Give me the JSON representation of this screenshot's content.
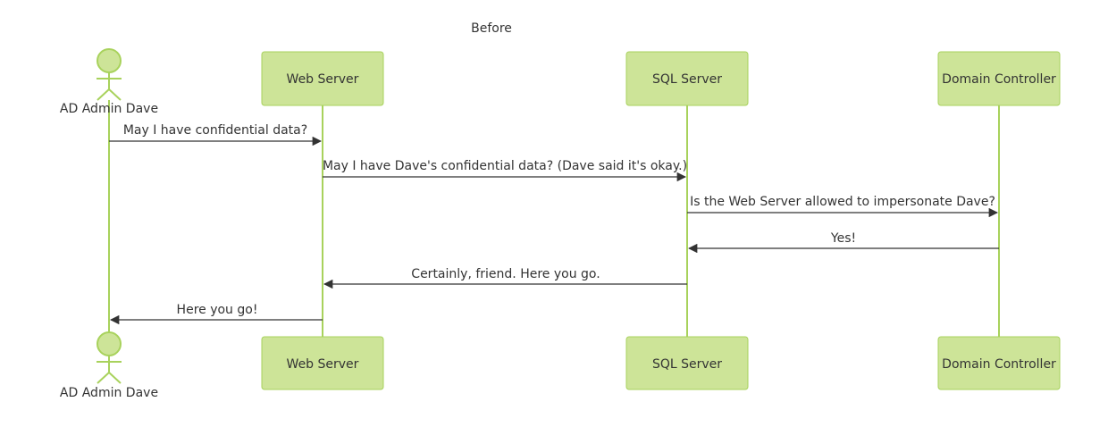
{
  "title": "Before",
  "participants": [
    {
      "id": "dave",
      "label": "AD Admin Dave",
      "kind": "actor"
    },
    {
      "id": "web",
      "label": "Web Server",
      "kind": "box"
    },
    {
      "id": "sql",
      "label": "SQL Server",
      "kind": "box"
    },
    {
      "id": "dc",
      "label": "Domain Controller",
      "kind": "box"
    }
  ],
  "messages": [
    {
      "from": "dave",
      "to": "web",
      "text": "May I have confidential data?"
    },
    {
      "from": "web",
      "to": "sql",
      "text": "May I have Dave's confidential data? (Dave said it's okay.)"
    },
    {
      "from": "sql",
      "to": "dc",
      "text": "Is the Web Server allowed to impersonate Dave?"
    },
    {
      "from": "dc",
      "to": "sql",
      "text": "Yes!"
    },
    {
      "from": "sql",
      "to": "web",
      "text": "Certainly, friend. Here you go."
    },
    {
      "from": "web",
      "to": "dave",
      "text": "Here you go!"
    }
  ],
  "colors": {
    "participant_fill": "#cde498",
    "participant_stroke": "#a8d25c",
    "text": "#333333"
  }
}
